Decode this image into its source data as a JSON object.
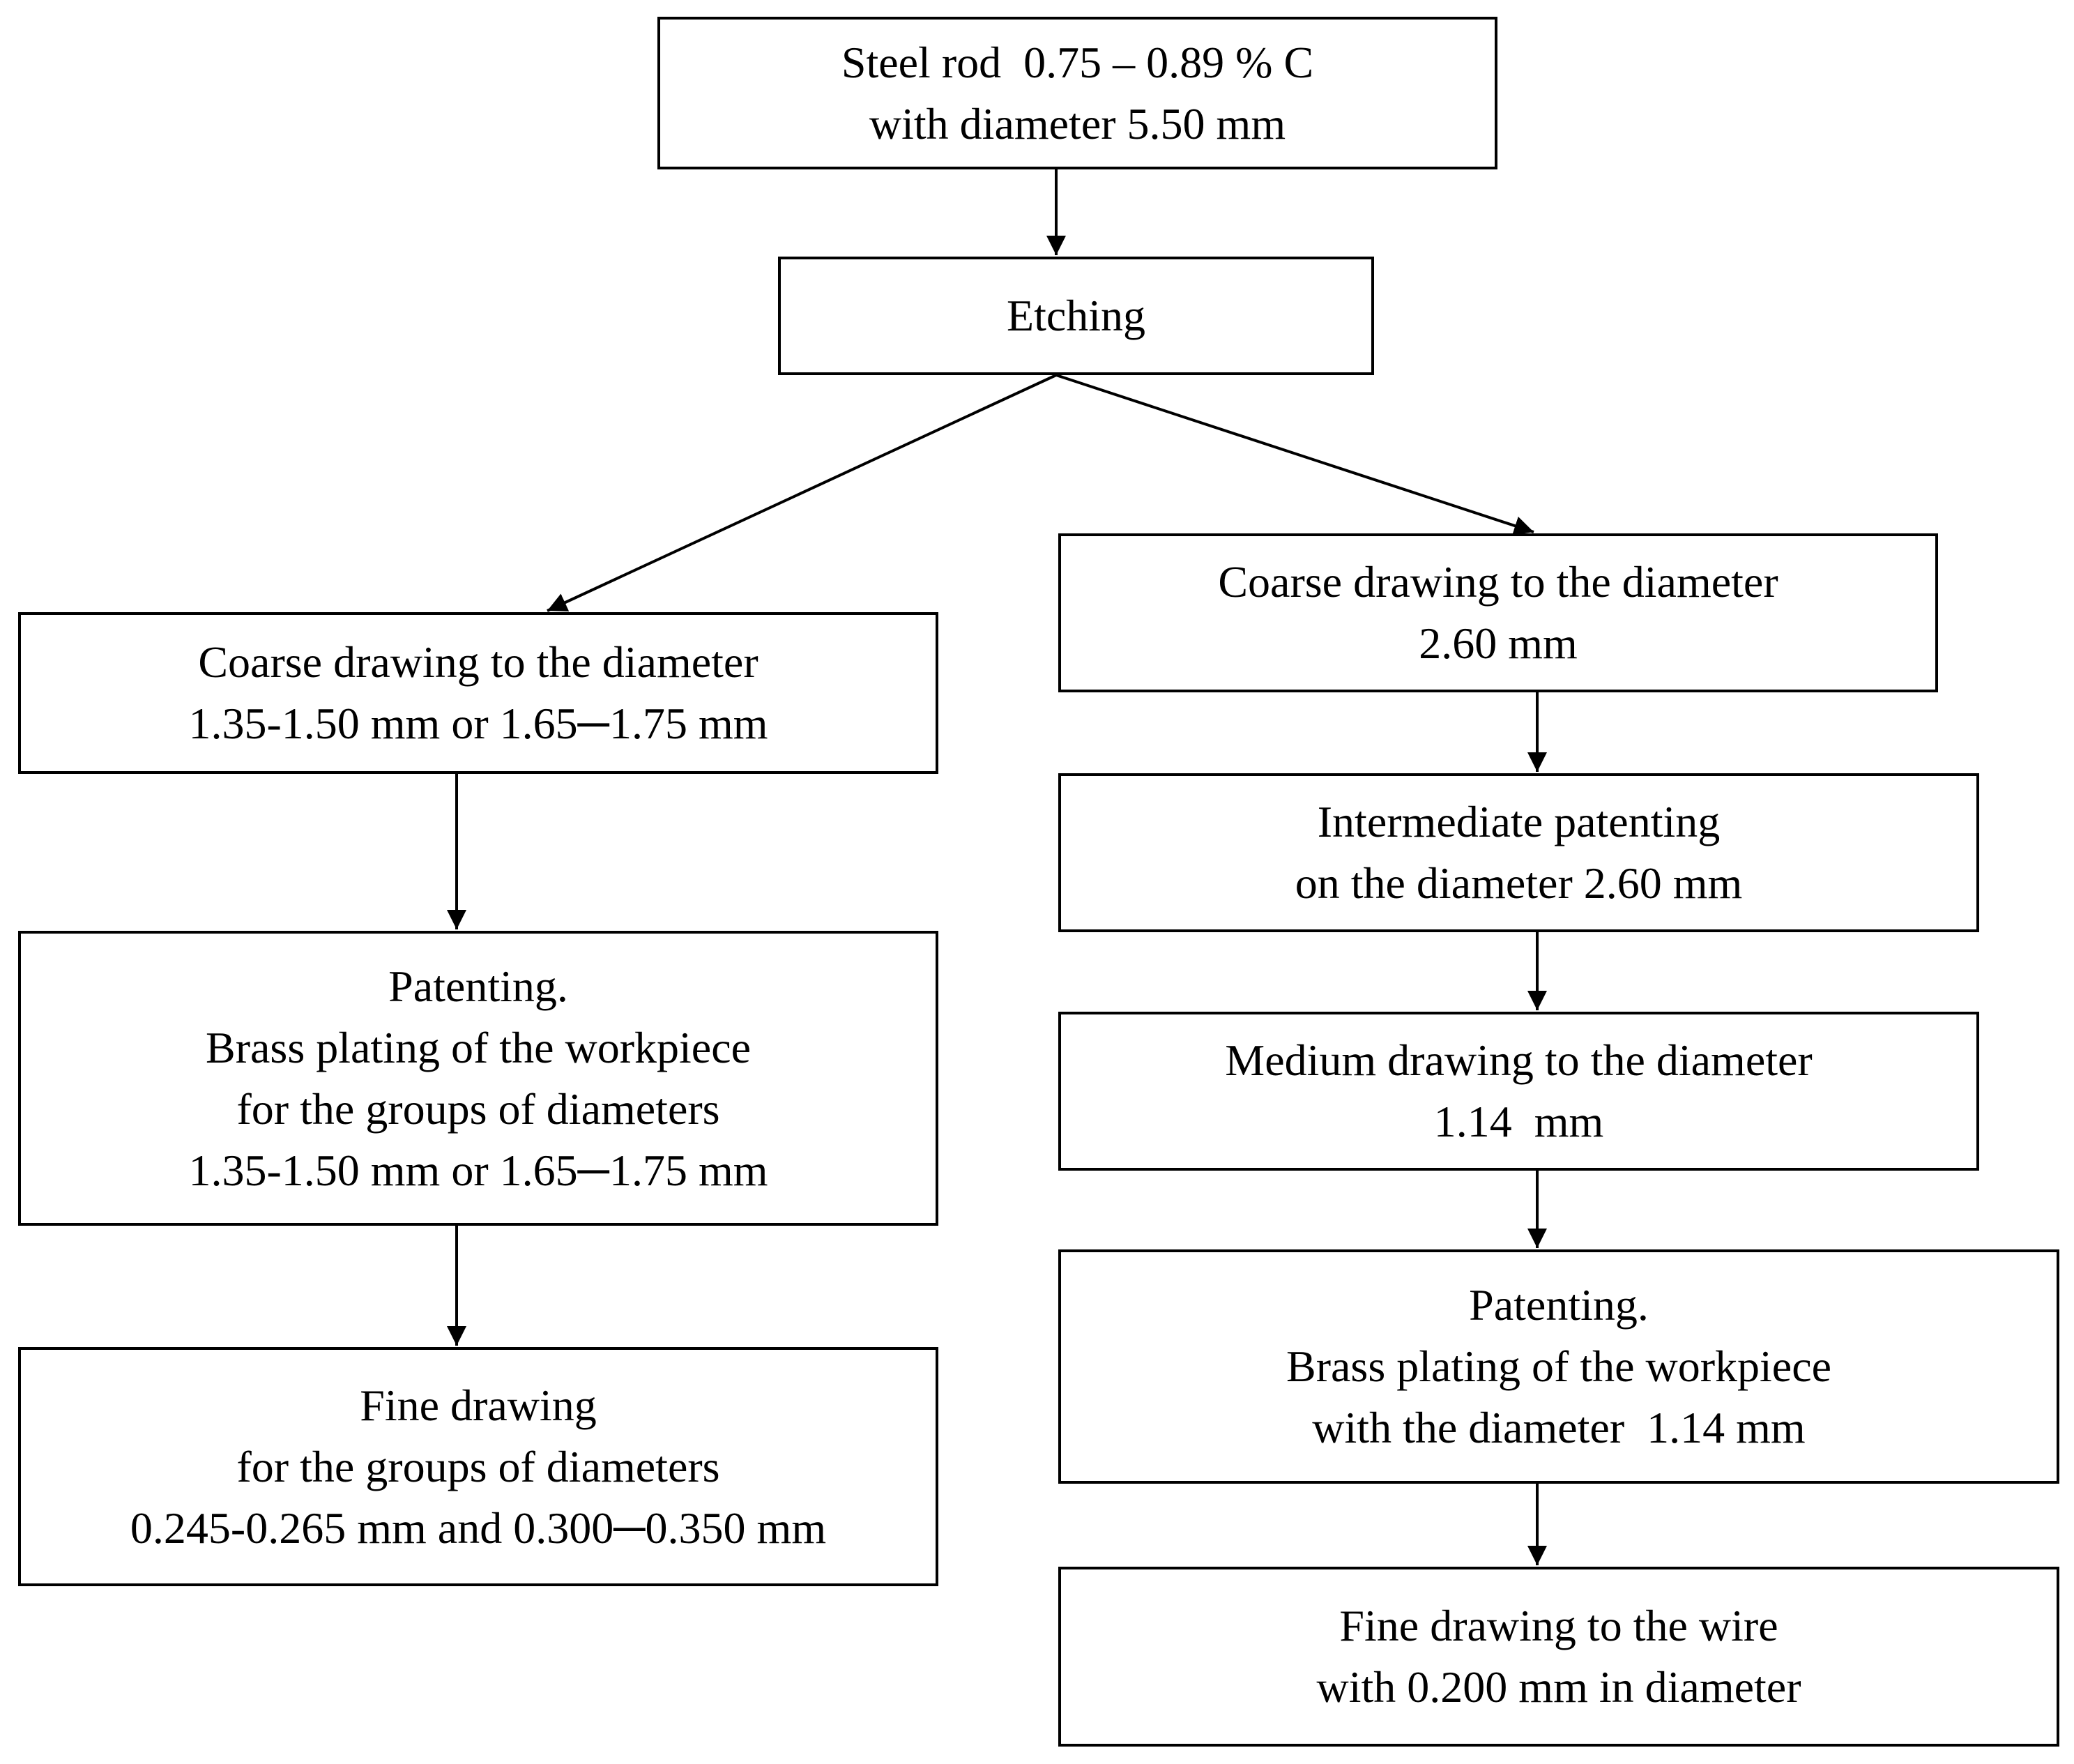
{
  "boxes": {
    "steel_rod": [
      "Steel rod  0.75 – 0.89 % C",
      "with diameter 5.50 mm"
    ],
    "etching": [
      "Etching"
    ],
    "left_coarse": [
      "Coarse drawing to the diameter",
      "1.35-1.50 mm or 1.65─1.75 mm"
    ],
    "left_patenting": [
      "Patenting.",
      "Brass plating of the workpiece",
      "for the groups of diameters",
      "1.35-1.50 mm or 1.65─1.75 mm"
    ],
    "left_fine": [
      "Fine drawing",
      "for the groups of diameters",
      "0.245-0.265 mm and 0.300─0.350 mm"
    ],
    "right_coarse": [
      "Coarse drawing to the diameter",
      "2.60 mm"
    ],
    "right_intermediate": [
      "Intermediate patenting",
      "on the diameter 2.60 mm"
    ],
    "right_medium": [
      "Medium drawing to the diameter",
      "1.14  mm"
    ],
    "right_patenting": [
      "Patenting.",
      "Brass plating of the workpiece",
      "with the diameter  1.14 mm"
    ],
    "right_fine": [
      "Fine drawing to the wire",
      "with 0.200 mm in diameter"
    ]
  }
}
